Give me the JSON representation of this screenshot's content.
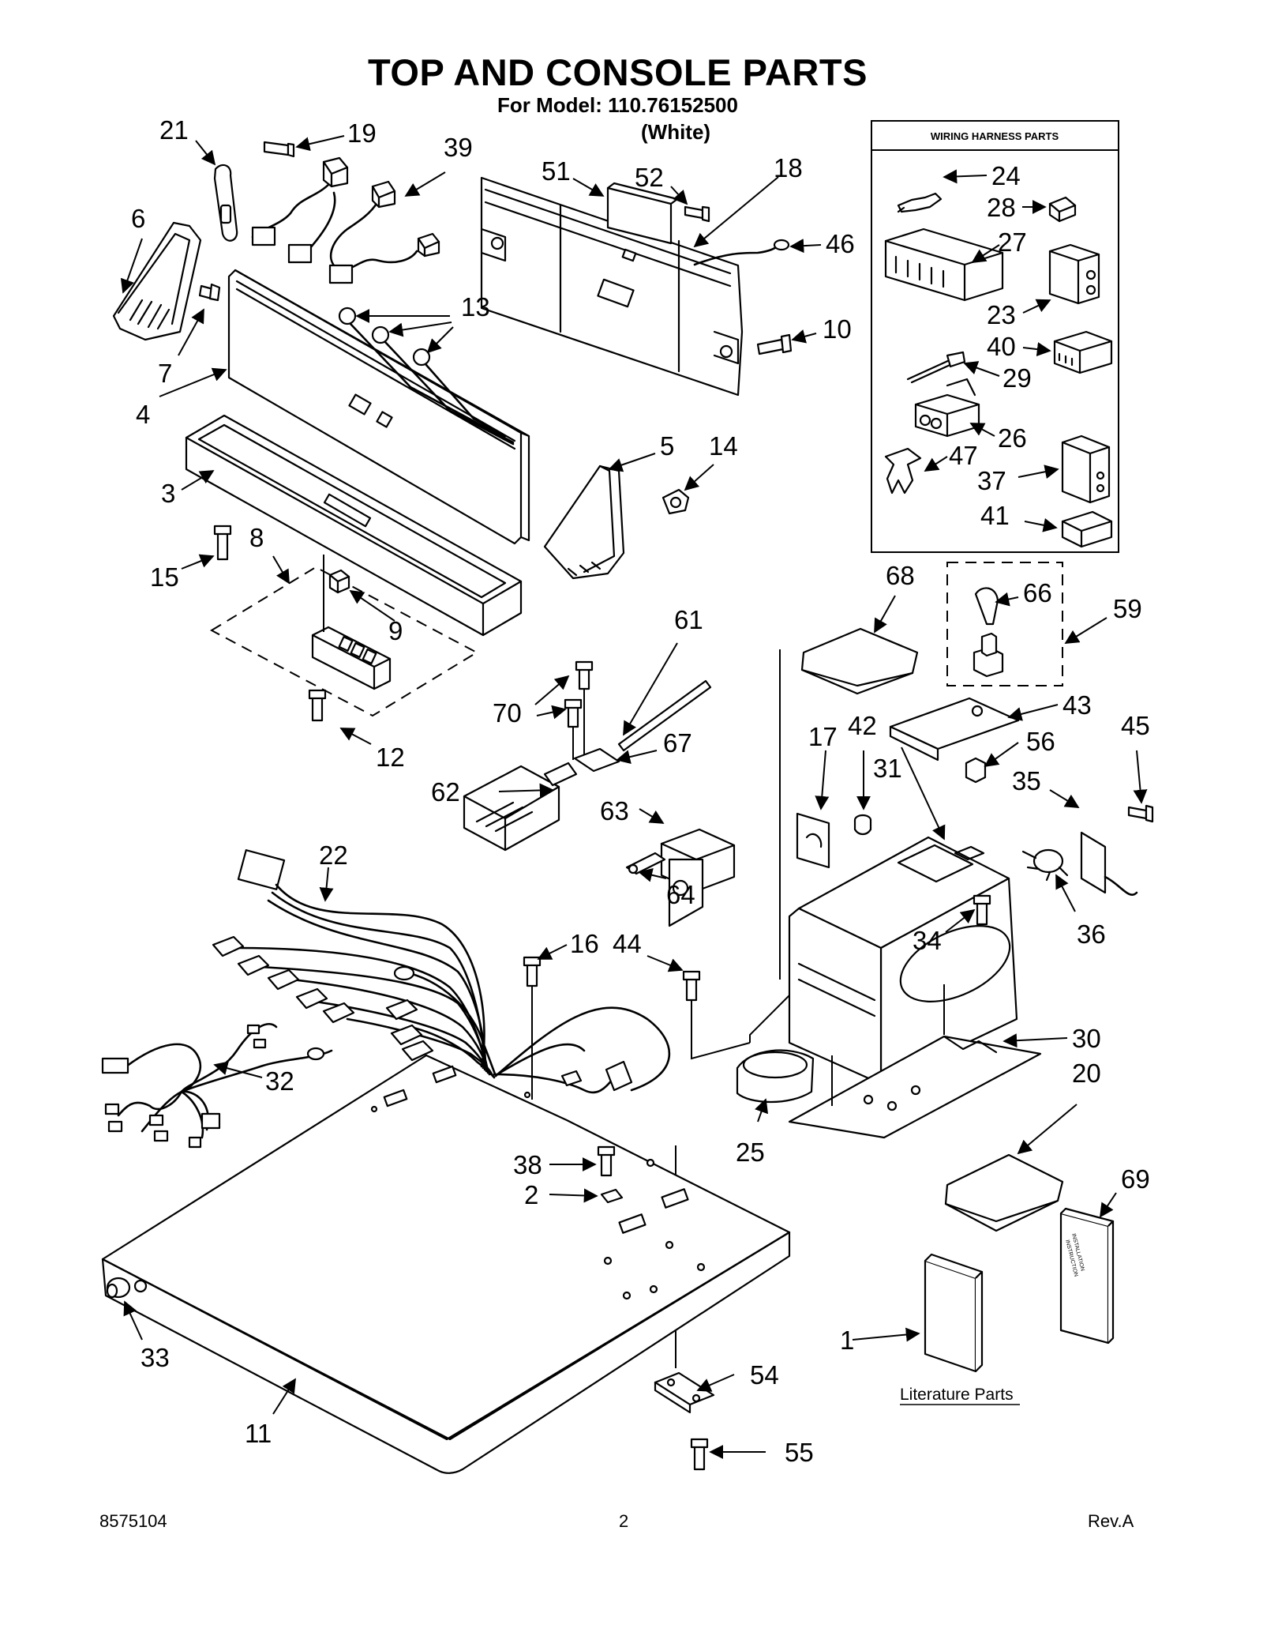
{
  "page": {
    "title": "TOP AND CONSOLE PARTS",
    "subtitle": "For Model: 110.76152500",
    "variant": "(White)"
  },
  "wiring_box": {
    "title": "WIRING HARNESS PARTS"
  },
  "literature": {
    "label": "Literature Parts",
    "book_line1": "INSTALLATION",
    "book_line2": "INSTRUCTION"
  },
  "callouts": {
    "c1": "1",
    "c2": "2",
    "c3": "3",
    "c4": "4",
    "c5": "5",
    "c6": "6",
    "c7": "7",
    "c8": "8",
    "c9": "9",
    "c10": "10",
    "c11": "11",
    "c12": "12",
    "c13": "13",
    "c14": "14",
    "c15": "15",
    "c16": "16",
    "c17": "17",
    "c18": "18",
    "c19": "19",
    "c20": "20",
    "c21": "21",
    "c22": "22",
    "c23": "23",
    "c24": "24",
    "c25": "25",
    "c26": "26",
    "c27": "27",
    "c28": "28",
    "c29": "29",
    "c30": "30",
    "c31": "31",
    "c32": "32",
    "c33": "33",
    "c34": "34",
    "c35": "35",
    "c36": "36",
    "c37": "37",
    "c38": "38",
    "c39": "39",
    "c40": "40",
    "c41": "41",
    "c42": "42",
    "c43": "43",
    "c44": "44",
    "c45": "45",
    "c46": "46",
    "c47": "47",
    "c51": "51",
    "c52": "52",
    "c54": "54",
    "c55": "55",
    "c56": "56",
    "c59": "59",
    "c61": "61",
    "c62": "62",
    "c63": "63",
    "c64": "64",
    "c66": "66",
    "c67": "67",
    "c68": "68",
    "c69": "69",
    "c70": "70"
  },
  "footer": {
    "doc_number": "8575104",
    "page_number": "2",
    "revision": "Rev.A"
  }
}
